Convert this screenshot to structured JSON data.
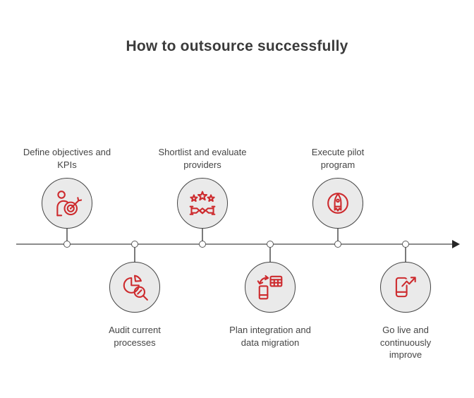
{
  "title": "How to outsource successfully",
  "colors": {
    "accent_red": "#cd2b2e",
    "circle_fill": "#eaeaea",
    "circle_border": "#454545",
    "timeline_gray": "#8c8c8c",
    "arrowhead_dark": "#262626",
    "text_dark": "#454545"
  },
  "timeline": {
    "direction": "left-to-right-arrow",
    "steps": [
      {
        "label": "Define objectives and KPIs",
        "position": "above",
        "icon": "person-target-icon"
      },
      {
        "label": "Audit current processes",
        "position": "below",
        "icon": "pie-chart-magnifier-icon"
      },
      {
        "label": "Shortlist and evaluate providers",
        "position": "above",
        "icon": "stars-handshake-icon"
      },
      {
        "label": "Plan integration and data migration",
        "position": "below",
        "icon": "device-data-migration-icon"
      },
      {
        "label": "Execute pilot program",
        "position": "above",
        "icon": "rocket-icon"
      },
      {
        "label": "Go live and continuously improve",
        "position": "below",
        "icon": "phone-growth-arrow-icon"
      }
    ]
  }
}
